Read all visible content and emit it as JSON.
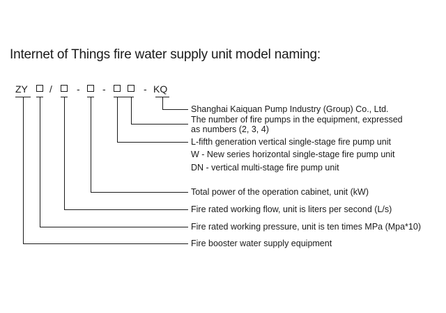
{
  "title": "Internet of Things fire water supply unit model naming:",
  "code": {
    "prefix": "ZY",
    "slash": "/",
    "dash_1": "-",
    "dash_2": "-",
    "dash_3": "-",
    "suffix": "KQ"
  },
  "descriptions": {
    "manufacturer": "Shanghai Kaiquan Pump Industry (Group) Co., Ltd.",
    "pump_count_line1": "The number of fire pumps in the equipment, expressed",
    "pump_count_line2": "as numbers (2, 3, 4)",
    "series_l": "L-fifth generation vertical single-stage fire pump unit",
    "series_w": "W - New series horizontal single-stage fire pump unit",
    "series_dn": "DN - vertical multi-stage fire pump unit",
    "total_power": "Total power of the operation cabinet, unit (kW)",
    "flow": "Fire rated working flow, unit is liters per second (L/s)",
    "pressure": "Fire rated working pressure, unit is ten times MPa (Mpa*10)",
    "equipment": "Fire booster water supply equipment"
  }
}
